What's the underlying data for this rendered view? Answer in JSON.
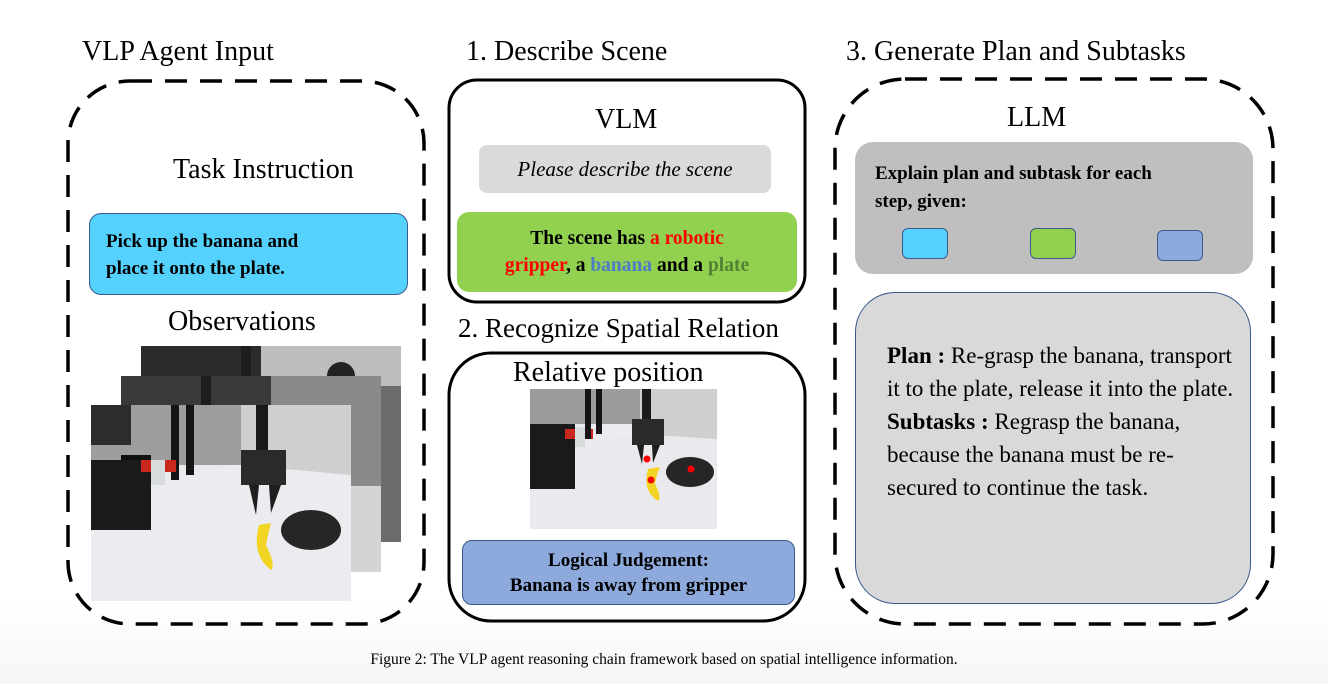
{
  "colors": {
    "task_box": "#55d1fe",
    "scene_box": "#92d050",
    "judgement_box": "#8eaadc",
    "prompt_box": "#dadada",
    "explain_box": "#bfbfbf",
    "plan_box": "#d9d9d9",
    "highlight_gripper": "#ff0000",
    "highlight_banana": "#4d7cc7",
    "highlight_plate": "#548235",
    "keypoint": "#ff0000"
  },
  "input_panel": {
    "title": "VLP Agent Input",
    "task_heading": "Task Instruction",
    "task_text_line1": "Pick up the banana and",
    "task_text_line2": "place it onto the plate.",
    "observations_heading": "Observations",
    "observation_frame_count": 3
  },
  "describe_panel": {
    "title": "1. Describe Scene",
    "model": "VLM",
    "prompt": "Please describe the scene",
    "answer": {
      "part1": "The scene has ",
      "gripper": "a robotic",
      "gripper2": "gripper",
      "part2": ", a ",
      "banana": "banana",
      "part3": " and a ",
      "plate": "plate"
    }
  },
  "spatial_panel": {
    "title": "2. Recognize Spatial Relation",
    "subtitle": "Relative position",
    "keypoints": [
      "gripper",
      "banana",
      "plate"
    ],
    "judgement_line1": "Logical Judgement:",
    "judgement_line2": "Banana is away from gripper"
  },
  "plan_panel": {
    "title": "3. Generate Plan and Subtasks",
    "model": "LLM",
    "instruction_line1": "Explain plan and subtask for each",
    "instruction_line2": "step, given:",
    "given_inputs": [
      "task-instruction",
      "scene-description",
      "logical-judgement"
    ],
    "plan_label": "Plan :",
    "plan_text": " Re-grasp the banana, transport it to the plate, release it into the plate.",
    "subtasks_label": "Subtasks :",
    "subtasks_text": " Regrasp the banana, because the banana must be re-secured to continue the task."
  },
  "caption": "Figure 2: The VLP agent reasoning chain framework based on spatial intelligence information."
}
